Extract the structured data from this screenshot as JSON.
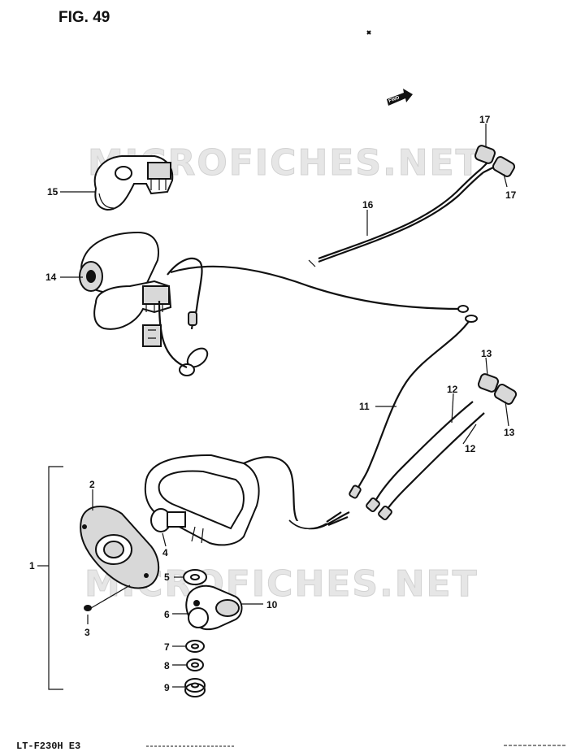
{
  "figure_title": "FIG. 49",
  "model_code": "LT-F230H E3",
  "direction_mark": "FWD",
  "watermarks": [
    "MICROFICHES.NET",
    "MICROFICHES.NET"
  ],
  "callouts": [
    {
      "id": "c1",
      "label": "1"
    },
    {
      "id": "c2",
      "label": "2"
    },
    {
      "id": "c3",
      "label": "3"
    },
    {
      "id": "c4",
      "label": "4"
    },
    {
      "id": "c5",
      "label": "5"
    },
    {
      "id": "c6",
      "label": "6"
    },
    {
      "id": "c7",
      "label": "7"
    },
    {
      "id": "c8",
      "label": "8"
    },
    {
      "id": "c9",
      "label": "9"
    },
    {
      "id": "c10",
      "label": "10"
    },
    {
      "id": "c11",
      "label": "11"
    },
    {
      "id": "c12a",
      "label": "12"
    },
    {
      "id": "c12b",
      "label": "12"
    },
    {
      "id": "c13a",
      "label": "13"
    },
    {
      "id": "c13b",
      "label": "13"
    },
    {
      "id": "c14",
      "label": "14"
    },
    {
      "id": "c15",
      "label": "15"
    },
    {
      "id": "c16",
      "label": "16"
    },
    {
      "id": "c17a",
      "label": "17"
    },
    {
      "id": "c17b",
      "label": "17"
    }
  ]
}
